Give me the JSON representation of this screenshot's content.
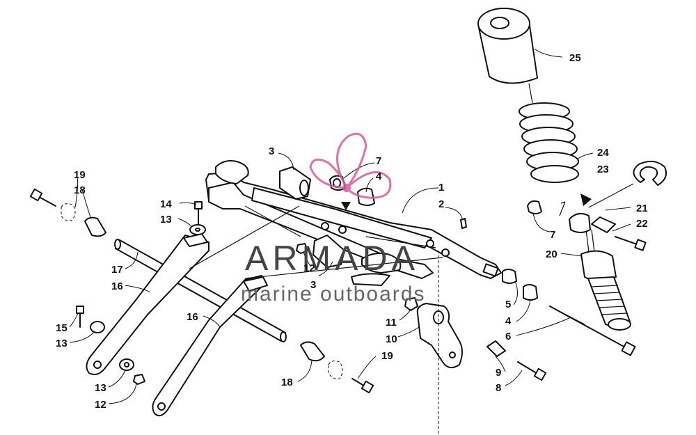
{
  "watermark": {
    "brand": "ARMADA",
    "tagline": "marine outboards",
    "accent_color": "#d85a9c"
  },
  "callouts": {
    "c1": "1",
    "c2": "2",
    "c3a": "3",
    "c3b": "3",
    "c4a": "4",
    "c4b": "4",
    "c5": "5",
    "c6": "6",
    "c7a": "7",
    "c7b": "7",
    "c8": "8",
    "c9": "9",
    "c10": "10",
    "c11": "11",
    "c12a": "12",
    "c12b": "12",
    "c13a": "13",
    "c13b": "13",
    "c13c": "13",
    "c14": "14",
    "c15": "15",
    "c16a": "16",
    "c16b": "16",
    "c17": "17",
    "c18a": "18",
    "c18b": "18",
    "c19a": "19",
    "c19b": "19",
    "c20": "20",
    "c21": "21",
    "c22": "22",
    "c23": "23",
    "c24": "24",
    "c25": "25"
  }
}
